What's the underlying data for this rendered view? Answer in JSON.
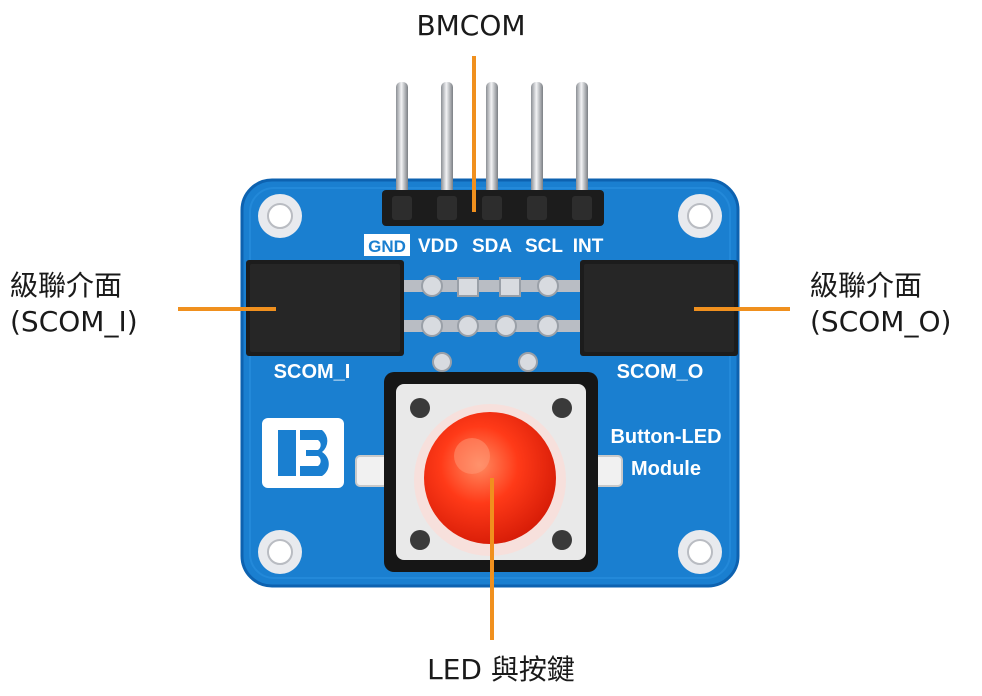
{
  "callouts": {
    "top": "BMCOM",
    "left_line1": "級聯介面",
    "left_line2": "(SCOM_I)",
    "right_line1": "級聯介面",
    "right_line2": "(SCOM_O)",
    "bottom": "LED 與按鍵"
  },
  "board": {
    "header_pins": [
      "GND",
      "VDD",
      "SDA",
      "SCL",
      "INT"
    ],
    "port_left": "SCOM_I",
    "port_right": "SCOM_O",
    "module_name_line1": "Button-LED",
    "module_name_line2": "Module"
  },
  "colors": {
    "pcb_blue": "#1a7fd0",
    "pcb_edge": "#0d62b0",
    "callout_line": "#f0901e",
    "led_red": "#ff2a10",
    "connector_black": "#1c1c1c",
    "silkscreen": "#ffffff"
  }
}
